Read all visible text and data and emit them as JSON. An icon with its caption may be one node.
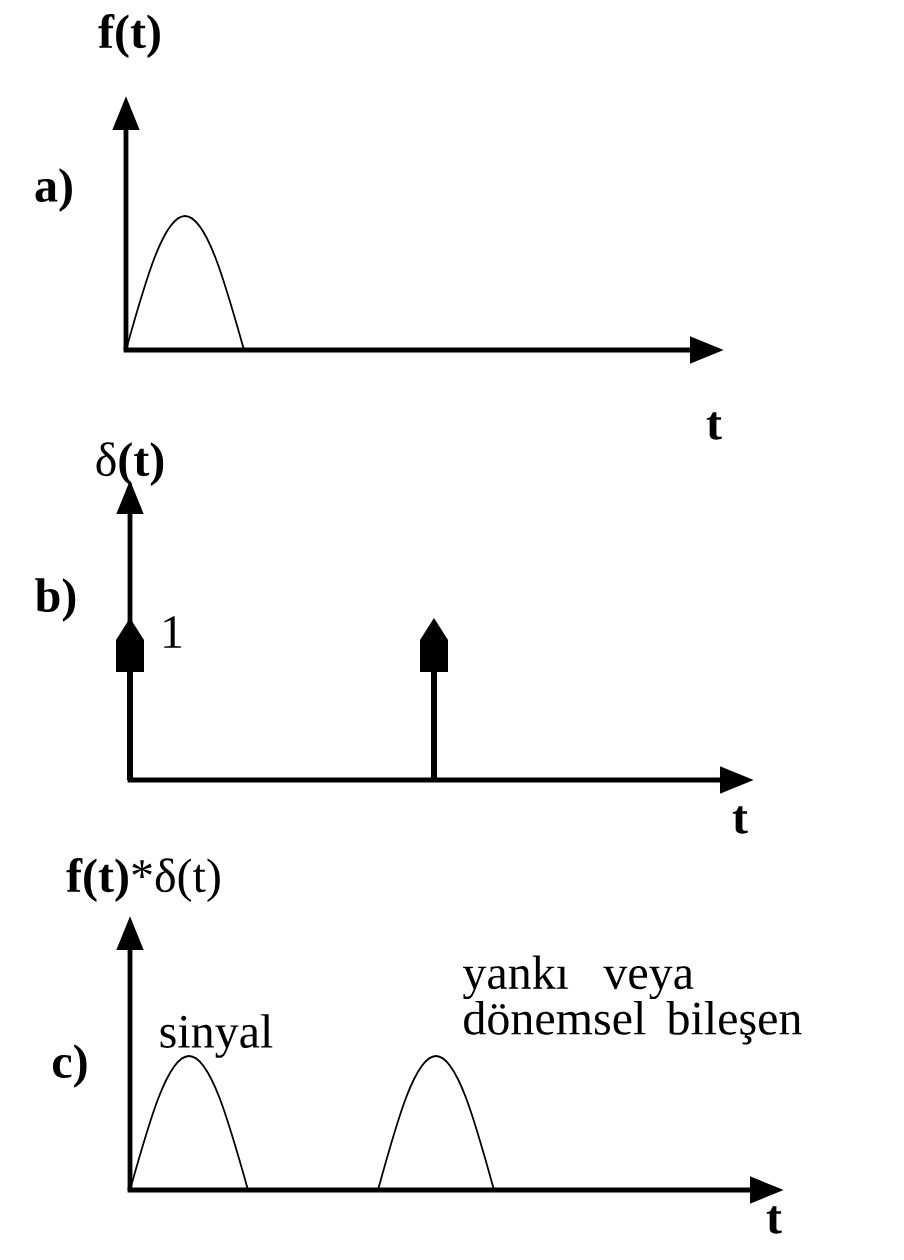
{
  "diagram": {
    "labels": [
      "f(t)",
      "a)",
      "t",
      "δ**(t)**",
      "b)",
      "1",
      "t",
      "**f(t)***δ(t)",
      "c)",
      "yankı veya dönemsel bileşen",
      "sinyal",
      "t"
    ]
  }
}
